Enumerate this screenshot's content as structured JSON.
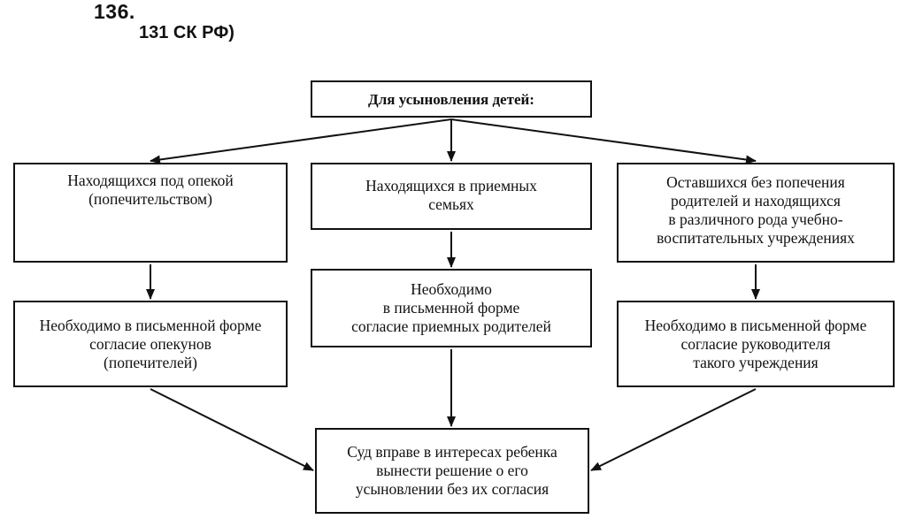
{
  "header": {
    "number": "136.",
    "reference": "131 СК РФ)"
  },
  "diagram": {
    "root": "Для усыновления детей:",
    "categories": [
      {
        "lines": [
          "Находящихся под опекой",
          "(попечительством)"
        ]
      },
      {
        "lines": [
          "Находящихся в приемных",
          "семьях"
        ]
      },
      {
        "lines": [
          "Оставшихся без попечения",
          "родителей и находящихся",
          "в различного рода учебно-",
          "воспитательных учреждениях"
        ]
      }
    ],
    "consents": [
      {
        "lines": [
          "Необходимо в письменной форме",
          "согласие опекунов",
          "(попечителей)"
        ]
      },
      {
        "lines": [
          "Необходимо",
          "в письменной форме",
          "согласие приемных родителей"
        ]
      },
      {
        "lines": [
          "Необходимо в письменной форме",
          "согласие руководителя",
          "такого учреждения"
        ]
      }
    ],
    "court": {
      "lines": [
        "Суд вправе в интересах ребенка",
        "вынести решение о его",
        "усыновлении без их согласия"
      ]
    }
  }
}
